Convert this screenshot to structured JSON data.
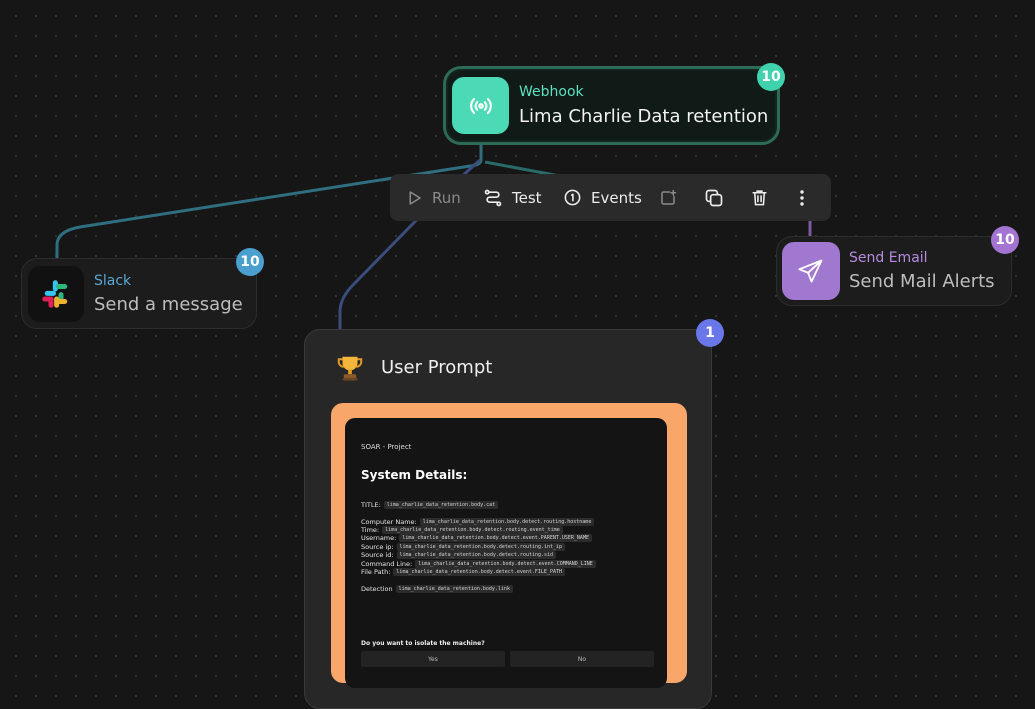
{
  "webhook": {
    "type_label": "Webhook",
    "title": "Lima Charlie Data retention",
    "badge": "10",
    "icon": "broadcast-icon"
  },
  "toolbar": {
    "run": "Run",
    "test": "Test",
    "events": "Events",
    "icons": [
      "play-icon",
      "test-flow-icon",
      "events-icon",
      "add-icon",
      "copy-icon",
      "trash-icon",
      "more-icon"
    ]
  },
  "slack": {
    "type_label": "Slack",
    "title": "Send a message",
    "badge": "10",
    "icon": "slack-icon"
  },
  "email": {
    "type_label": "Send Email",
    "title": "Send Mail Alerts",
    "badge": "10",
    "icon": "send-icon"
  },
  "prompt": {
    "title": "User Prompt",
    "badge": "1",
    "icon": "trophy-icon",
    "preview": {
      "project": "SOAR - Project",
      "heading": "System Details:",
      "rows": [
        {
          "label": "TITLE:",
          "value": "lima_charlie_data_retention.body.cat"
        },
        {
          "label": "Computer Name:",
          "value": "lima_charlie_data_retention.body.detect.routing.hostname"
        },
        {
          "label": "Time:",
          "value": "lima_charlie_data_retention.body.detect.routing.event_time"
        },
        {
          "label": "Username:",
          "value": "lima_charlie_data_retention.body.detect.event.PARENT.USER_NAME"
        },
        {
          "label": "Source ip:",
          "value": "lima_charlie_data_retention.body.detect.routing.int_ip"
        },
        {
          "label": "Source id:",
          "value": "lima_charlie_data_retention.body.detect.routing.sid"
        },
        {
          "label": "Command Line:",
          "value": "lima_charlie_data_retention.body.detect.event.COMMAND_LINE"
        },
        {
          "label": "File Path:",
          "value": "lima_charlie_data_retention.body.detect.event.FILE_PATH"
        },
        {
          "label": "Detection",
          "value": "lima_charlie_data_retention.body.link"
        }
      ],
      "question": "Do you want to isolate the machine?",
      "yes": "Yes",
      "no": "No"
    }
  },
  "colors": {
    "webhook_accent": "#4cd9b6",
    "slack_accent": "#4a9fcf",
    "email_accent": "#a374d1",
    "prompt_badge": "#6a77e8",
    "preview_border": "#f9a66b"
  }
}
